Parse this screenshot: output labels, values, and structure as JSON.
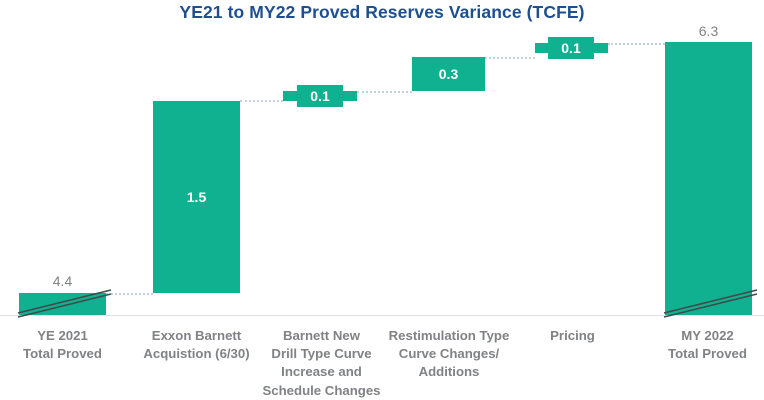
{
  "chart_data": {
    "type": "bar",
    "chart_subtype": "waterfall",
    "title": "YE21 to MY22 Proved Reserves Variance (TCFE)",
    "xlabel": "",
    "ylabel": "",
    "unit": "TCFE",
    "grid": false,
    "legend": "none",
    "axis_break": true,
    "ylim": [
      4.2,
      6.45
    ],
    "categories": [
      "YE 2021\nTotal Proved",
      "Exxon Barnett\nAcquistion (6/30)",
      "Barnett New\nDrill Type Curve\nIncrease and\nSchedule Changes",
      "Restimulation Type\nCurve Changes/\nAdditions",
      "Pricing",
      "MY 2022\nTotal Proved"
    ],
    "values": [
      4.4,
      1.5,
      0.1,
      0.3,
      0.1,
      6.3
    ],
    "value_labels": [
      "4.4",
      "1.5",
      "0.1",
      "0.3",
      "0.1",
      "6.3"
    ],
    "bar_types": [
      "total",
      "increase",
      "increase",
      "increase",
      "increase",
      "total"
    ],
    "cumulative_start": [
      0,
      4.4,
      5.9,
      6.0,
      6.3,
      0
    ],
    "cumulative_end": [
      4.4,
      5.9,
      6.0,
      6.3,
      6.4,
      6.3
    ],
    "colors": {
      "bar": "#10b191",
      "title": "#1d4f91",
      "outside_label": "#808285",
      "inside_label": "#ffffff",
      "category_label": "#808285",
      "connector": "#c9cede",
      "baseline": "#dfe1e3",
      "break_line": "#3f4a4a"
    }
  },
  "bars": [
    {
      "label": "4.4",
      "category": "YE 2021\nTotal Proved",
      "label_position": "outside"
    },
    {
      "label": "1.5",
      "category": "Exxon Barnett\nAcquistion (6/30)",
      "label_position": "inside"
    },
    {
      "label": "0.1",
      "category": "Barnett New\nDrill Type Curve\nIncrease and\nSchedule Changes",
      "label_position": "chip"
    },
    {
      "label": "0.3",
      "category": "Restimulation Type\nCurve Changes/\nAdditions",
      "label_position": "inside"
    },
    {
      "label": "0.1",
      "category": "Pricing",
      "label_position": "chip"
    },
    {
      "label": "6.3",
      "category": "MY 2022\nTotal Proved",
      "label_position": "outside"
    }
  ]
}
